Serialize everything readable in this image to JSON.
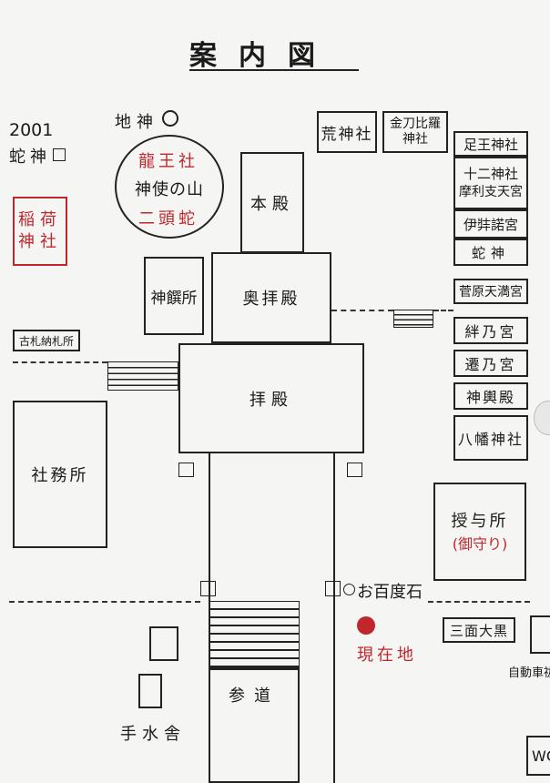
{
  "title": "案内図",
  "year_label": "2001",
  "ground_deity": "地神",
  "snake_deity": "蛇神",
  "dragon": [
    "龍王社",
    "神使の山",
    "二頭蛇"
  ],
  "inari": [
    "稲荷",
    "神社"
  ],
  "honden": "本殿",
  "shinsenjo": "神饌所",
  "okuhaiden": "奥拝殿",
  "haiden": "拝殿",
  "kofuda": "古札納札所",
  "shamusho": "社務所",
  "sando": "参道",
  "temizuya": "手水舎",
  "right_column": {
    "arajinja": "荒神社",
    "konpira": [
      "金刀比羅",
      "神社"
    ],
    "group": [
      "足王神社",
      "十二神社",
      "摩利支天宮",
      "伊弉諾宮",
      "蛇神"
    ],
    "sugawara": "菅原天満宮",
    "kizuna": "絆乃宮",
    "sen": "遷乃宮",
    "shinyoden": "神輿殿",
    "hachiman": "八幡神社"
  },
  "juyosho": [
    "授与所",
    "(御守り)"
  ],
  "ohyakudo": "お百度石",
  "current": "現在地",
  "sanmen": "三面大黒",
  "parking": "自動車祓",
  "wc": "WC",
  "colors": {
    "red": "#c0272d",
    "line": "#222222",
    "board": "#f5f5f3"
  }
}
